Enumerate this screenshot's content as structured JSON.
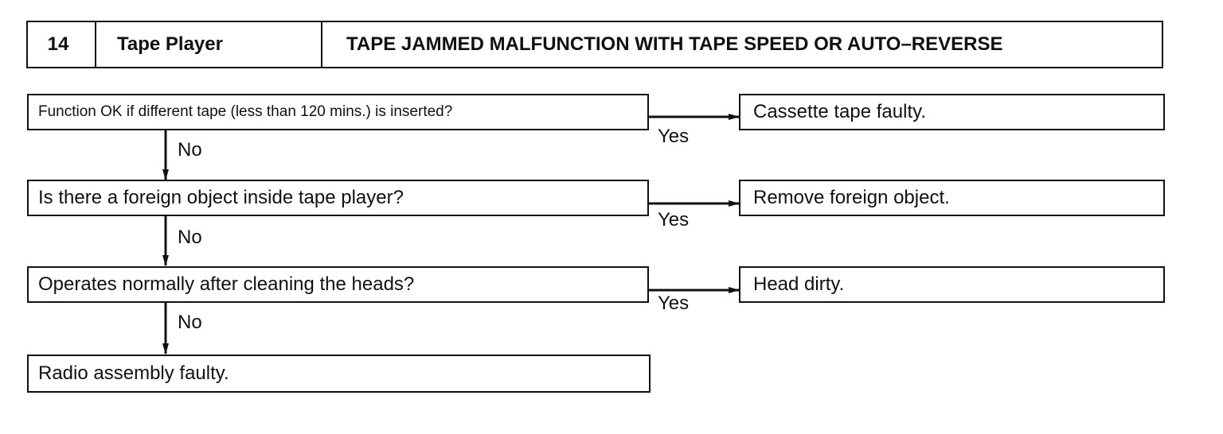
{
  "header": {
    "number": "14",
    "system": "Tape Player",
    "title": "TAPE JAMMED MALFUNCTION WITH TAPE SPEED OR AUTO–REVERSE"
  },
  "steps": [
    {
      "question": "Function OK if different tape (less than 120 mins.) is inserted?",
      "yes_label": "Yes",
      "yes_result": "Cassette tape faulty.",
      "no_label": "No"
    },
    {
      "question": "Is there a foreign object inside tape player?",
      "yes_label": "Yes",
      "yes_result": "Remove foreign object.",
      "no_label": "No"
    },
    {
      "question": "Operates normally after cleaning the heads?",
      "yes_label": "Yes",
      "yes_result": "Head dirty.",
      "no_label": "No"
    }
  ],
  "final_result": "Radio assembly faulty."
}
